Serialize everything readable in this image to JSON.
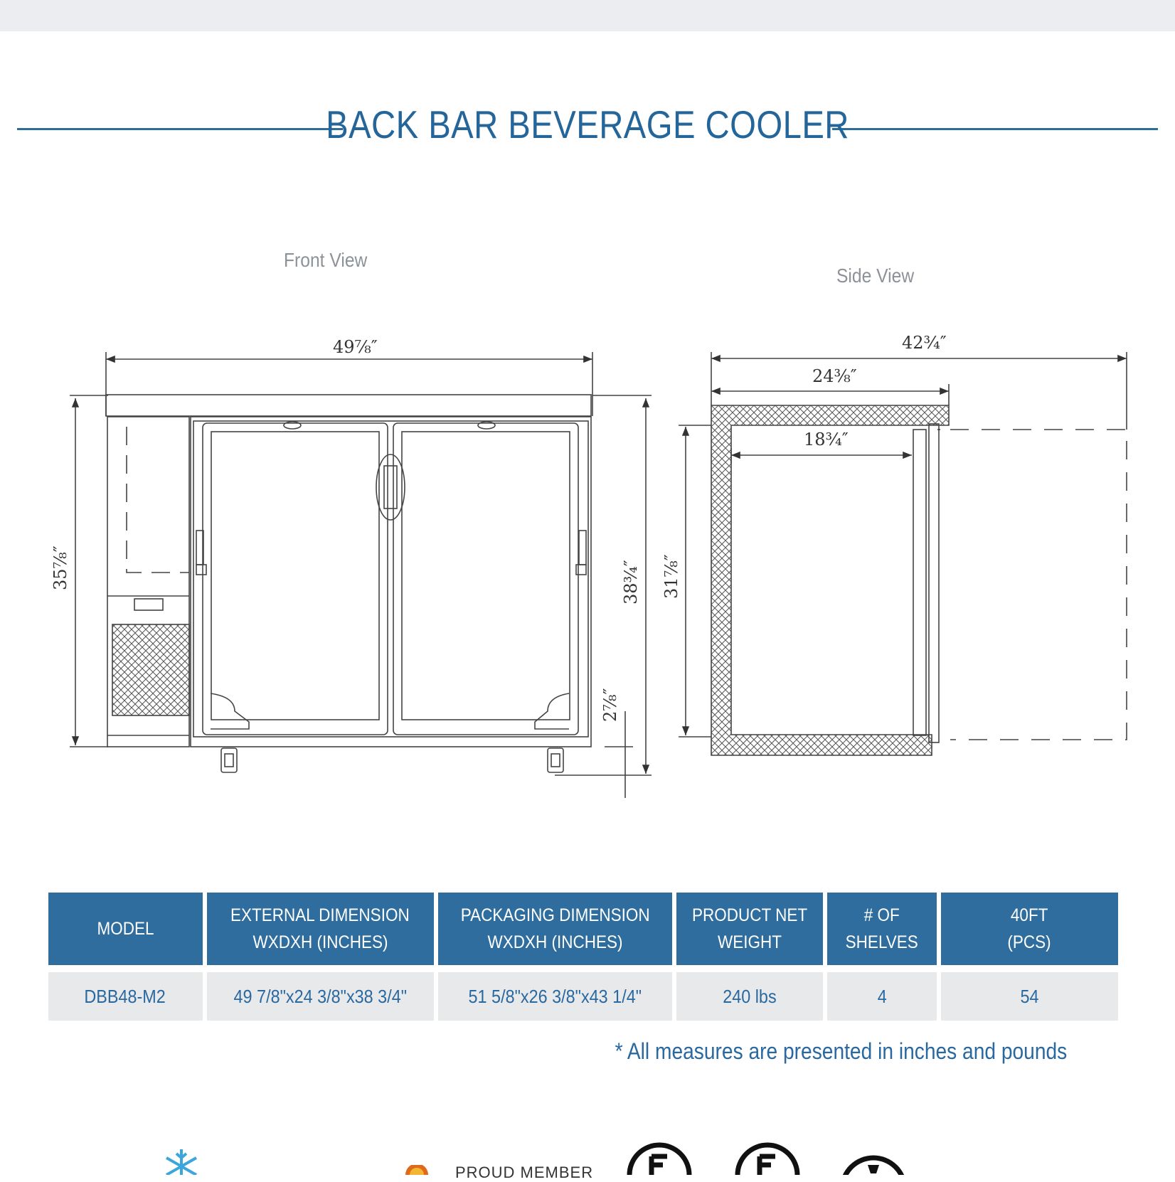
{
  "document": {
    "title": "BACK BAR BEVERAGE COOLER",
    "front_view_label": "Front View",
    "side_view_label": "Side View"
  },
  "dimensions": {
    "front_width": "49⅞″",
    "front_height_left": "35⅞″",
    "front_height_right": "38¾″",
    "front_caster": "2⅞″",
    "side_depth_total": "42¾″",
    "side_depth_cabinet": "24⅜″",
    "side_depth_interior": "18¾″",
    "side_height": "31⅞″"
  },
  "table": {
    "headers": [
      [
        "MODEL"
      ],
      [
        "EXTERNAL DIMENSION",
        "WXDXH (INCHES)"
      ],
      [
        "PACKAGING DIMENSION",
        "WXDXH (INCHES)"
      ],
      [
        "PRODUCT NET",
        "WEIGHT"
      ],
      [
        "# OF",
        "SHELVES"
      ],
      [
        "40FT",
        "(PCS)"
      ]
    ],
    "row": {
      "model": "DBB48-M2",
      "external": "49 7/8\"x24 3/8\"x38 3/4\"",
      "packaging": "51 5/8\"x26 3/8\"x43 1/4\"",
      "weight": "240 lbs",
      "shelves": "4",
      "container": "54"
    }
  },
  "footnote": "* All measures are presented in inches and pounds",
  "footer": {
    "logos": [
      "snowflake-logo",
      "proud-member-logo",
      "etl-listed-logo",
      "etl-sanitation-logo",
      "certification-logo"
    ],
    "member_text": "PROUD MEMBER"
  },
  "colors": {
    "brand_blue": "#2e6d9d",
    "text_blue": "#2a68a0",
    "line_gray": "#333333"
  }
}
